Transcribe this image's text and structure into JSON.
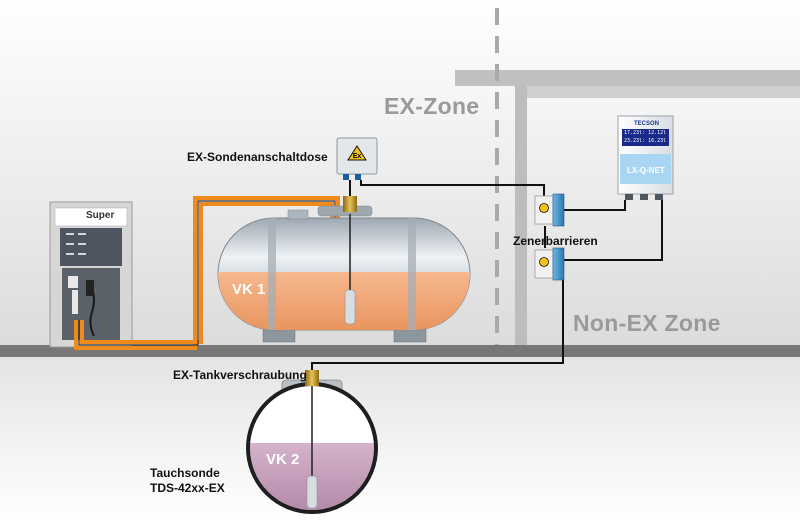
{
  "zones": {
    "ex_zone": "EX-Zone",
    "non_ex_zone": "Non-EX Zone"
  },
  "labels": {
    "junction_box": "EX-Sondenanschaltdose",
    "zener_barriers": "Zenerbarrieren",
    "tank_fitting": "EX-Tankverschraubung",
    "probe_line1": "Tauchsonde",
    "probe_line2": "TDS-42xx-EX"
  },
  "tanks": {
    "vk1": "VK 1",
    "vk2": "VK 2"
  },
  "pump": {
    "label": "Super"
  },
  "device": {
    "brand": "TECSON",
    "name": "LX-Q-NET",
    "screen_line1": "17.23l: 12.12l",
    "screen_line2": "23.23l: 16.23l"
  },
  "ex_mark": "Ex",
  "colors": {
    "ground": "#777777",
    "orange_fill": "#f0a878",
    "purple_fill": "#c6a2bd",
    "cable_orange": "#f08a1a",
    "cable_black": "#111111",
    "zone_text": "#9a9a9a",
    "zener_blue": "#3a8fc8",
    "device_screen": "#1a2a8a"
  }
}
